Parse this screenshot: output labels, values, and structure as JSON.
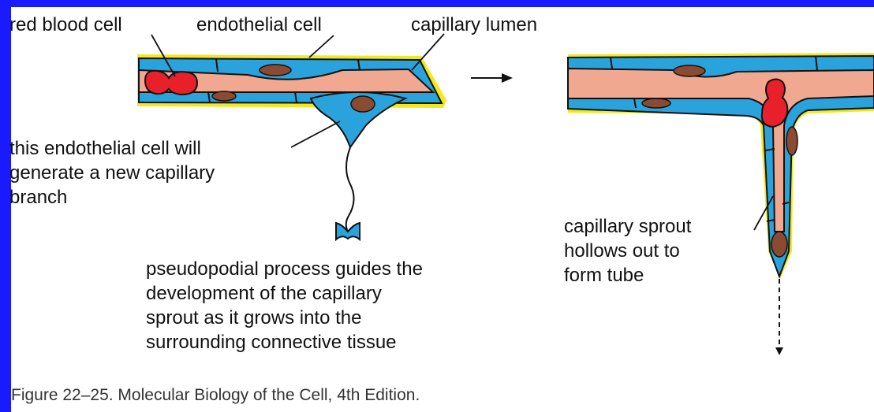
{
  "labels": {
    "red_blood_cell": "red blood cell",
    "endothelial_cell": "endothelial cell",
    "capillary_lumen": "capillary lumen",
    "new_branch_line1": "this endothelial cell will",
    "new_branch_line2": "generate a new capillary",
    "new_branch_line3": "branch",
    "pseudopodial_line1": "pseudopodial process guides the",
    "pseudopodial_line2": "development of the capillary",
    "pseudopodial_line3": "sprout as it grows into the",
    "pseudopodial_line4": "surrounding connective tissue",
    "sprout_line1": "capillary sprout",
    "sprout_line2": "hollows out to",
    "sprout_line3": "form tube"
  },
  "caption": "Figure 22–25. Molecular Biology of the Cell, 4th Edition.",
  "colors": {
    "frame": "#1a1aff",
    "endothelial": "#2aa3dc",
    "lumen": "#f1a890",
    "nucleus": "#8b4a32",
    "red_blood_cell": "#e8202a",
    "basal_lamina": "#f3e81c"
  }
}
